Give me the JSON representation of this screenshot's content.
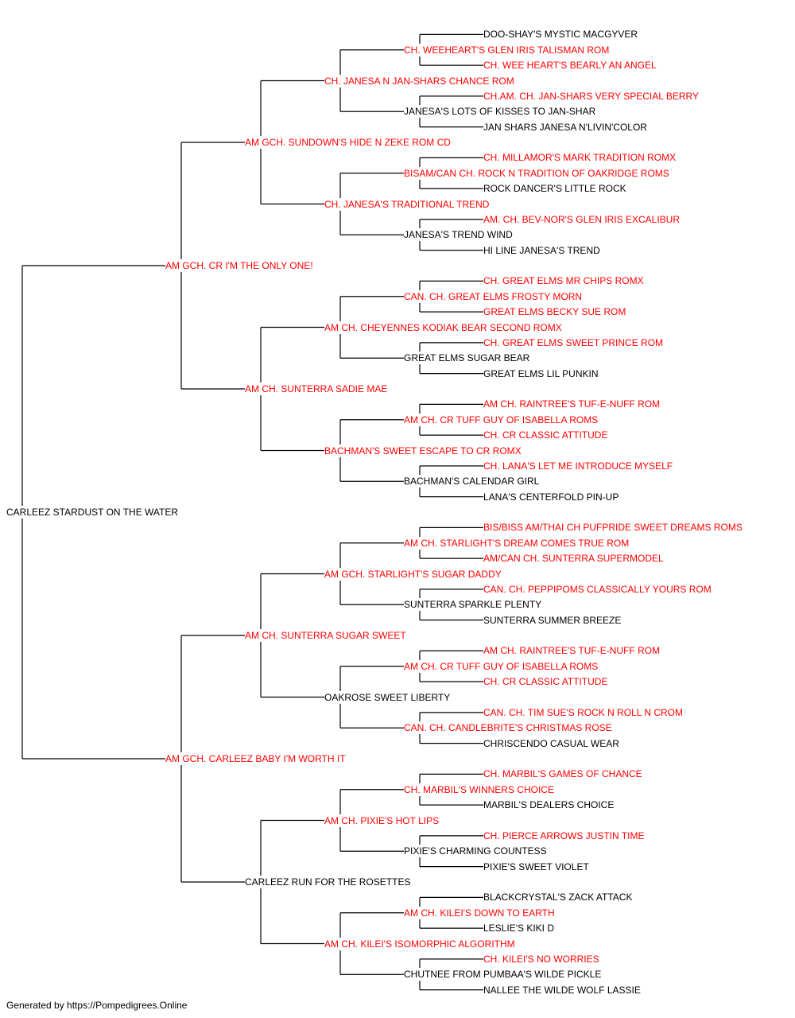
{
  "colors": {
    "champion": "#ff0000",
    "normal": "#000000",
    "line": "#000000"
  },
  "pedigree": {
    "name": "CARLEEZ STARDUST ON THE WATER",
    "champion": false,
    "sire": {
      "name": "AM GCH. CR I'M THE ONLY ONE!",
      "champion": true,
      "sire": {
        "name": "AM GCH. SUNDOWN'S HIDE N ZEKE ROM CD",
        "champion": true,
        "sire": {
          "name": "CH. JANESA N JAN-SHARS CHANCE ROM",
          "champion": true,
          "sire": {
            "name": "CH. WEEHEART'S GLEN IRIS TALISMAN ROM",
            "champion": true,
            "sire": {
              "name": "DOO-SHAY'S MYSTIC MACGYVER",
              "champion": false
            },
            "dam": {
              "name": "CH. WEE HEART'S BEARLY AN ANGEL",
              "champion": true
            }
          },
          "dam": {
            "name": "JANESA'S LOTS OF KISSES TO JAN-SHAR",
            "champion": false,
            "sire": {
              "name": "CH.AM. CH. JAN-SHARS VERY SPECIAL BERRY",
              "champion": true
            },
            "dam": {
              "name": "JAN SHARS JANESA N'LIVIN'COLOR",
              "champion": false
            }
          }
        },
        "dam": {
          "name": "CH. JANESA'S TRADITIONAL TREND",
          "champion": true,
          "sire": {
            "name": "BISAM/CAN CH. ROCK N TRADITION OF OAKRIDGE ROMS",
            "champion": true,
            "sire": {
              "name": "CH. MILLAMOR'S MARK TRADITION ROMX",
              "champion": true
            },
            "dam": {
              "name": "ROCK DANCER'S LITTLE ROCK",
              "champion": false
            }
          },
          "dam": {
            "name": "JANESA'S TREND WIND",
            "champion": false,
            "sire": {
              "name": "AM. CH. BEV-NOR'S GLEN IRIS EXCALIBUR",
              "champion": true
            },
            "dam": {
              "name": "HI LINE JANESA'S TREND",
              "champion": false
            }
          }
        }
      },
      "dam": {
        "name": "AM CH. SUNTERRA SADIE MAE",
        "champion": true,
        "sire": {
          "name": "AM CH. CHEYENNES KODIAK BEAR SECOND ROMX",
          "champion": true,
          "sire": {
            "name": "CAN. CH. GREAT ELMS FROSTY MORN",
            "champion": true,
            "sire": {
              "name": "CH. GREAT ELMS MR CHIPS ROMX",
              "champion": true
            },
            "dam": {
              "name": "GREAT ELMS BECKY SUE ROM",
              "champion": true
            }
          },
          "dam": {
            "name": "GREAT ELMS SUGAR BEAR",
            "champion": false,
            "sire": {
              "name": "CH. GREAT ELMS SWEET PRINCE ROM",
              "champion": true
            },
            "dam": {
              "name": "GREAT ELMS LIL PUNKIN",
              "champion": false
            }
          }
        },
        "dam": {
          "name": "BACHMAN'S SWEET ESCAPE TO CR ROMX",
          "champion": true,
          "sire": {
            "name": "AM CH. CR TUFF GUY OF ISABELLA ROMS",
            "champion": true,
            "sire": {
              "name": "AM CH. RAINTREE'S TUF-E-NUFF ROM",
              "champion": true
            },
            "dam": {
              "name": "CH. CR CLASSIC ATTITUDE",
              "champion": true
            }
          },
          "dam": {
            "name": "BACHMAN'S CALENDAR GIRL",
            "champion": false,
            "sire": {
              "name": "CH. LANA'S LET ME INTRODUCE MYSELF",
              "champion": true
            },
            "dam": {
              "name": "LANA'S CENTERFOLD PIN-UP",
              "champion": false
            }
          }
        }
      }
    },
    "dam": {
      "name": "AM GCH. CARLEEZ BABY I'M WORTH IT",
      "champion": true,
      "sire": {
        "name": "AM CH. SUNTERRA SUGAR SWEET",
        "champion": true,
        "sire": {
          "name": "AM GCH. STARLIGHT'S SUGAR DADDY",
          "champion": true,
          "sire": {
            "name": "AM CH. STARLIGHT'S DREAM COMES TRUE ROM",
            "champion": true,
            "sire": {
              "name": "BIS/BISS AM/THAI CH PUFPRIDE SWEET DREAMS ROMS",
              "champion": true
            },
            "dam": {
              "name": "AM/CAN CH. SUNTERRA SUPERMODEL",
              "champion": true
            }
          },
          "dam": {
            "name": "SUNTERRA SPARKLE PLENTY",
            "champion": false,
            "sire": {
              "name": "CAN. CH. PEPPIPOMS CLASSICALLY YOURS ROM",
              "champion": true
            },
            "dam": {
              "name": "SUNTERRA SUMMER BREEZE",
              "champion": false
            }
          }
        },
        "dam": {
          "name": "OAKROSE SWEET LIBERTY",
          "champion": false,
          "sire": {
            "name": "AM CH. CR TUFF GUY OF ISABELLA ROMS",
            "champion": true,
            "sire": {
              "name": "AM CH. RAINTREE'S TUF-E-NUFF ROM",
              "champion": true
            },
            "dam": {
              "name": "CH. CR CLASSIC ATTITUDE",
              "champion": true
            }
          },
          "dam": {
            "name": "CAN. CH. CANDLEBRITE'S CHRISTMAS ROSE",
            "champion": true,
            "sire": {
              "name": "CAN. CH. TIM SUE'S ROCK N ROLL N CROM",
              "champion": true
            },
            "dam": {
              "name": "CHRISCENDO CASUAL WEAR",
              "champion": false
            }
          }
        }
      },
      "dam": {
        "name": "CARLEEZ RUN FOR THE ROSETTES",
        "champion": false,
        "sire": {
          "name": "AM CH. PIXIE'S HOT LIPS",
          "champion": true,
          "sire": {
            "name": "CH. MARBIL'S WINNERS CHOICE",
            "champion": true,
            "sire": {
              "name": "CH. MARBIL'S GAMES OF CHANCE",
              "champion": true
            },
            "dam": {
              "name": "MARBIL'S DEALERS CHOICE",
              "champion": false
            }
          },
          "dam": {
            "name": "PIXIE'S CHARMING COUNTESS",
            "champion": false,
            "sire": {
              "name": "CH. PIERCE ARROWS JUSTIN TIME",
              "champion": true
            },
            "dam": {
              "name": "PIXIE'S SWEET VIOLET",
              "champion": false
            }
          }
        },
        "dam": {
          "name": "AM CH. KILEI'S ISOMORPHIC ALGORITHM",
          "champion": true,
          "sire": {
            "name": "AM CH. KILEI'S DOWN TO EARTH",
            "champion": true,
            "sire": {
              "name": "BLACKCRYSTAL'S ZACK ATTACK",
              "champion": false
            },
            "dam": {
              "name": "LESLIE'S KIKI D",
              "champion": false
            }
          },
          "dam": {
            "name": "CHUTNEE FROM PUMBAA'S WILDE PICKLE",
            "champion": false,
            "sire": {
              "name": "CH. KILEI'S NO WORRIES",
              "champion": true
            },
            "dam": {
              "name": "NALLEE THE WILDE WOLF LASSIE",
              "champion": false
            }
          }
        }
      }
    }
  },
  "footer": {
    "text": "Generated by https://Pompedigrees.Online"
  }
}
